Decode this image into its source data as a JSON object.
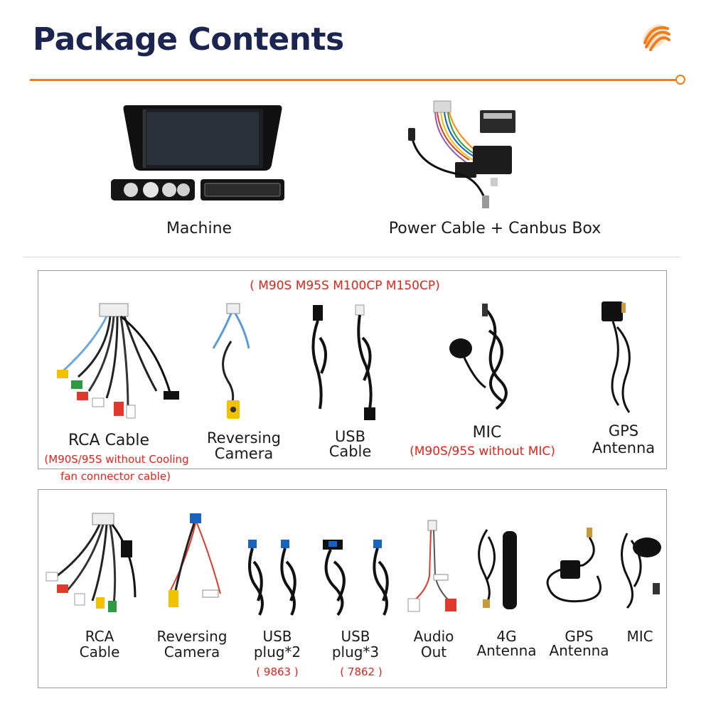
{
  "page": {
    "title": "Package Contents"
  },
  "top_items": [
    {
      "label": "Machine"
    },
    {
      "label": "Power Cable + Canbus Box"
    }
  ],
  "box1": {
    "header": "( M90S M95S M100CP M150CP)",
    "items": [
      {
        "label": "RCA Cable",
        "note_line1": "(M90S/95S without Cooling",
        "note_line2": "fan connector cable)"
      },
      {
        "label_line1": "Reversing",
        "label_line2": "Camera"
      },
      {
        "label_line1": "USB",
        "label_line2": "Cable"
      },
      {
        "label": "MIC",
        "note": "(M90S/95S without MIC)"
      },
      {
        "label_line1": "GPS",
        "label_line2": "Antenna"
      }
    ]
  },
  "box2": {
    "items": [
      {
        "label_line1": "RCA",
        "label_line2": "Cable"
      },
      {
        "label_line1": "Reversing",
        "label_line2": "Camera"
      },
      {
        "label_line1": "USB",
        "label_line2": "plug*2",
        "note": "( 9863 )"
      },
      {
        "label_line1": "USB",
        "label_line2": "plug*3",
        "note": "( 7862 )"
      },
      {
        "label_line1": "Audio",
        "label_line2": "Out"
      },
      {
        "label_line1": "4G",
        "label_line2": "Antenna"
      },
      {
        "label_line1": "GPS",
        "label_line2": "Antenna"
      },
      {
        "label": "MIC"
      }
    ]
  },
  "colors": {
    "title": "#1b2550",
    "accent": "#f07d1a",
    "note_red": "#e3231b",
    "border": "#9a9a9a"
  }
}
